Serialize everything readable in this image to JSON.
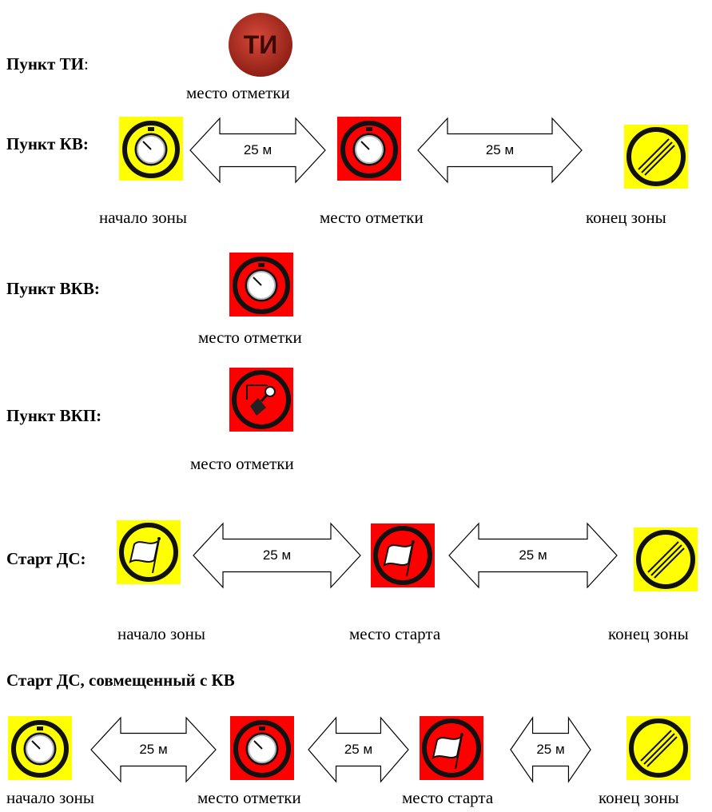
{
  "ti": {
    "heading": "Пункт ТИ",
    "colon": ":",
    "badge": "ТИ",
    "caption": "место отметки"
  },
  "kv": {
    "heading": "Пункт КВ:",
    "arrow1": "25 м",
    "arrow2": "25 м",
    "caption_start": "начало зоны",
    "caption_mark": "место отметки",
    "caption_end": "конец зоны"
  },
  "vkv": {
    "heading": "Пункт ВКВ:",
    "caption": "место отметки"
  },
  "vkp": {
    "heading": "Пункт ВКП:",
    "caption": "место отметки"
  },
  "ds": {
    "heading": "Старт ДС:",
    "arrow1": "25 м",
    "arrow2": "25 м",
    "caption_start": "начало зоны",
    "caption_mark": "место старта",
    "caption_end": "конец зоны"
  },
  "ds_kv": {
    "heading": "Старт ДС, совмещенный с КВ",
    "arrow1": "25 м",
    "arrow2": "25 м",
    "arrow3": "25 м",
    "caption_start": "начало зоны",
    "caption_mark": "место отметки",
    "caption_start2": "место старта",
    "caption_end": "конец зоны"
  },
  "colors": {
    "yellow": "#FFFF00",
    "red": "#FF0000",
    "badge_red": "#C0392B"
  },
  "icons": [
    "stopwatch-icon",
    "flag-icon",
    "end-zone-icon",
    "stamp-icon",
    "ti-badge-icon"
  ]
}
